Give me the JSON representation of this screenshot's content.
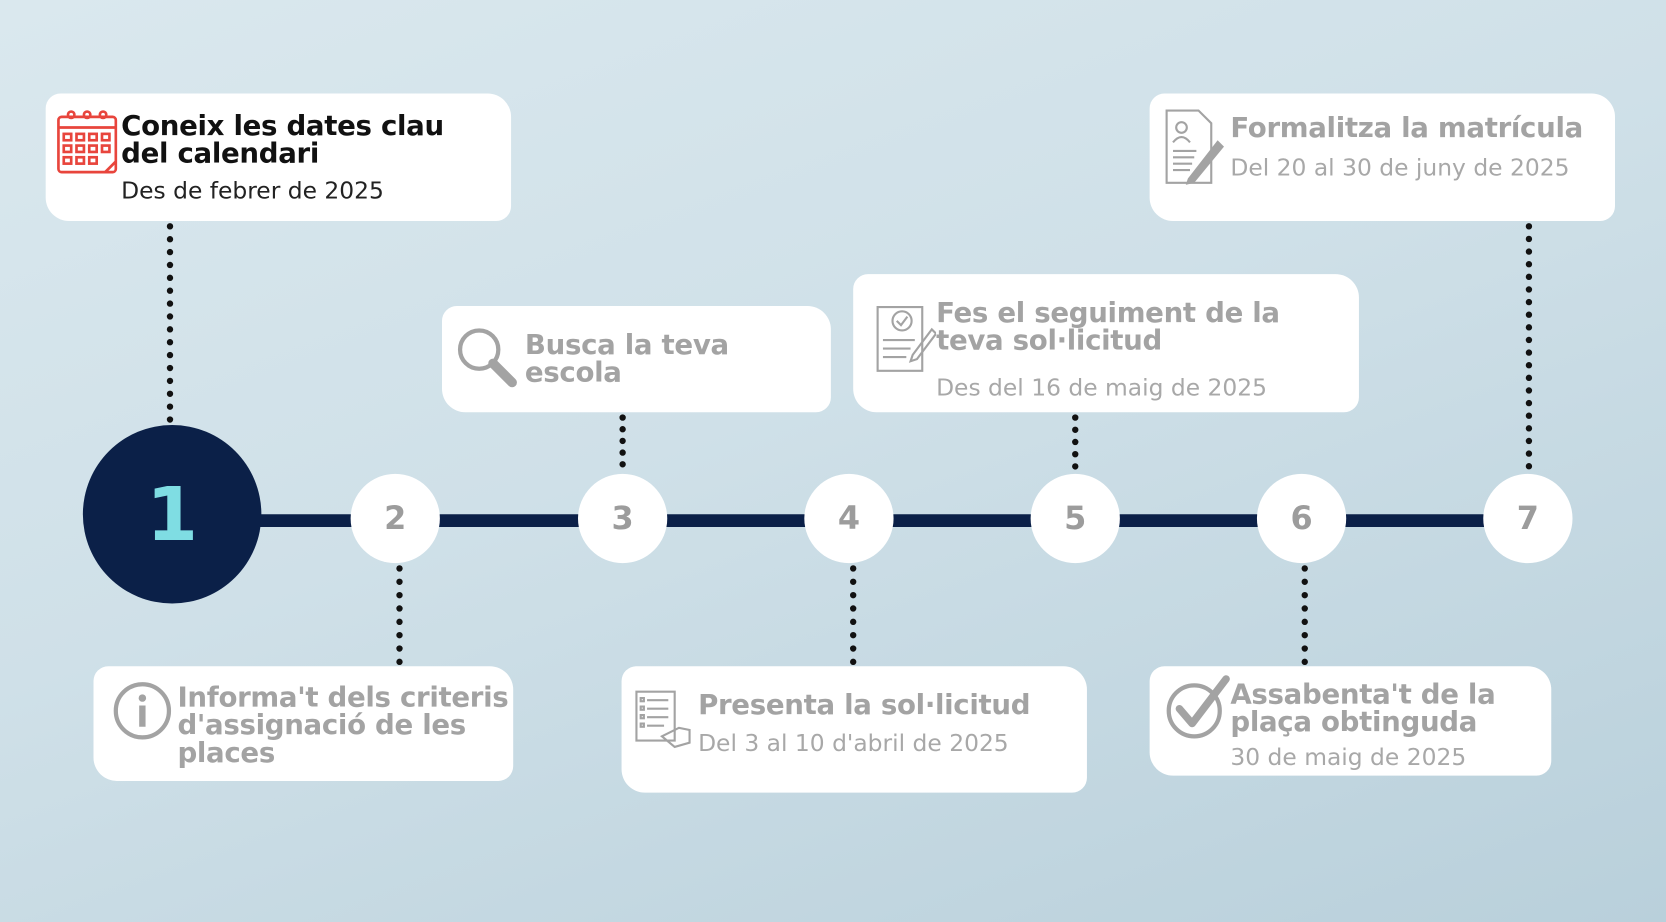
{
  "colors": {
    "timeline": "#0b2048",
    "active_number": "#7fdde3",
    "accent_red": "#e8453c",
    "muted_text": "#a3a3a3"
  },
  "steps": [
    {
      "number": "1",
      "title_lines": [
        "Coneix les dates clau",
        "del calendari"
      ],
      "subtitle": "Des de febrer de 2025",
      "icon": "calendar-icon"
    },
    {
      "number": "2",
      "title_lines": [
        "Informa't dels criteris",
        "d'assignació de les",
        "places"
      ],
      "icon": "info-icon"
    },
    {
      "number": "3",
      "title_lines": [
        "Busca la teva escola"
      ],
      "icon": "search-icon"
    },
    {
      "number": "4",
      "title_lines": [
        "Presenta la sol·licitud"
      ],
      "subtitle": "Del 3 al 10 d'abril de 2025",
      "icon": "form-hand-icon"
    },
    {
      "number": "5",
      "title_lines": [
        "Fes el seguiment de la",
        "teva sol·licitud"
      ],
      "subtitle": "Des del 16 de maig de 2025",
      "icon": "document-check-icon"
    },
    {
      "number": "6",
      "title_lines": [
        "Assabenta't de la",
        "plaça obtinguda"
      ],
      "subtitle": "30 de maig de 2025",
      "icon": "checkmark-icon"
    },
    {
      "number": "7",
      "title_lines": [
        "Formalitza la matrícula"
      ],
      "subtitle": "Del 20 al 30 de juny de 2025",
      "icon": "document-edit-icon"
    }
  ]
}
